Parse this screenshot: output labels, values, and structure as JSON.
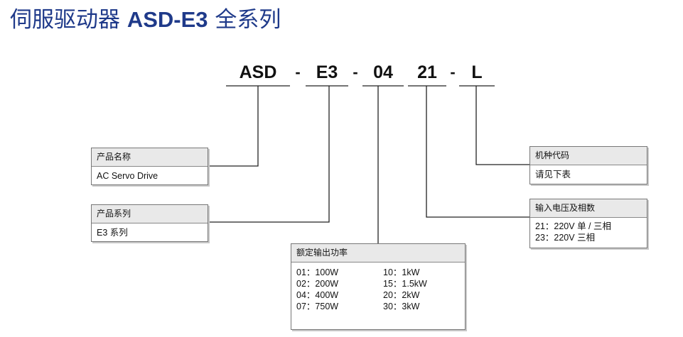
{
  "title": {
    "prefix": "伺服驱动器 ",
    "model": "ASD-E3",
    "suffix": " 全系列"
  },
  "code": {
    "parts": [
      "ASD",
      "E3",
      "04",
      "21",
      "L"
    ],
    "separators": [
      "-",
      "-",
      "-"
    ]
  },
  "boxes": {
    "product_name": {
      "header": "产品名称",
      "value": "AC Servo Drive"
    },
    "product_series": {
      "header": "产品系列",
      "value": "E3 系列"
    },
    "rated_power": {
      "header": "额定输出功率",
      "items": [
        {
          "code": "01",
          "value": "100W"
        },
        {
          "code": "10",
          "value": "1kW"
        },
        {
          "code": "02",
          "value": "200W"
        },
        {
          "code": "15",
          "value": "1.5kW"
        },
        {
          "code": "04",
          "value": "400W"
        },
        {
          "code": "20",
          "value": "2kW"
        },
        {
          "code": "07",
          "value": "750W"
        },
        {
          "code": "30",
          "value": "3kW"
        }
      ]
    },
    "model_code": {
      "header": "机种代码",
      "value": "请见下表"
    },
    "input_voltage": {
      "header": "输入电压及相数",
      "lines": [
        "21：220V 单 / 三相",
        "23：220V 三相"
      ]
    }
  }
}
